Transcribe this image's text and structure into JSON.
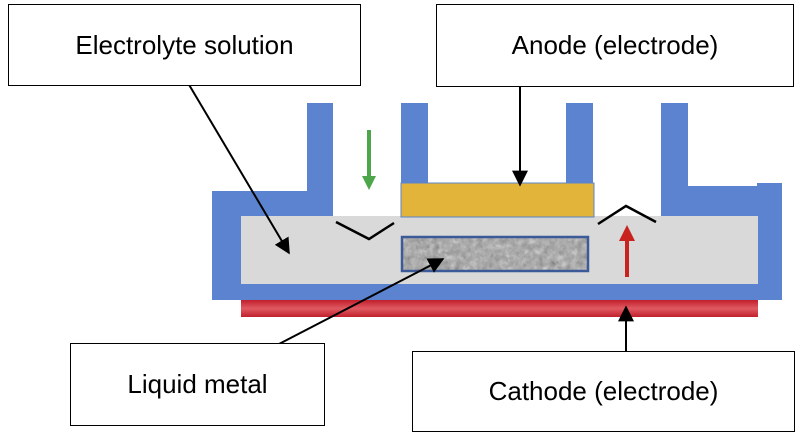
{
  "labels": {
    "electrolyte": "Electrolyte solution",
    "anode": "Anode (electrode)",
    "liquid_metal": "Liquid metal",
    "cathode": "Cathode (electrode)"
  },
  "colors": {
    "vessel_wall": "#5b83cf",
    "electrolyte_fill": "#d9d9d9",
    "anode_fill": "#e3b43a",
    "cathode_fill": "#d2323c",
    "metal_fill": "#9a9a9a",
    "metal_border": "#3d5a98",
    "inflow_arrow": "#4ea64a",
    "outflow_arrow": "#c8231f",
    "pointer_arrow": "#000000"
  },
  "icons": {
    "inflow": "down-arrow-icon",
    "outflow": "up-arrow-icon"
  }
}
